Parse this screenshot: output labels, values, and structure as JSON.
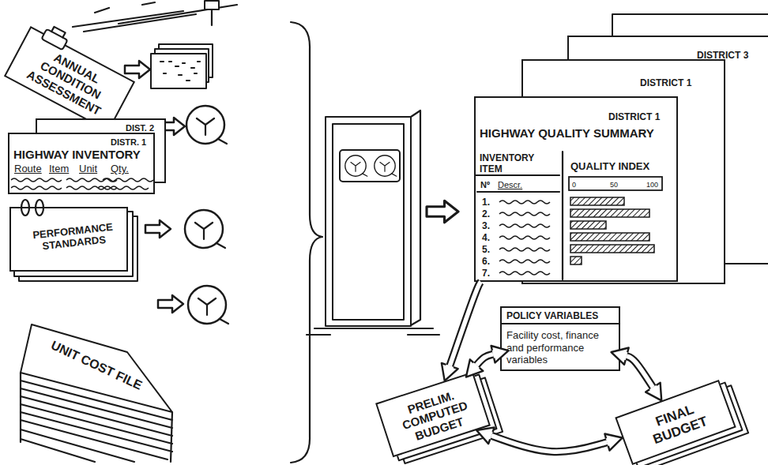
{
  "diagram": {
    "nodes": [
      {
        "text": [
          "ANNUAL CONDITION ASSESSMENT"
        ]
      },
      {
        "text": [
          "DIST. 2"
        ]
      },
      {
        "text": [
          "DISTR. 1",
          "HIGHWAY INVENTORY",
          "Route",
          "Item",
          "Unit",
          "Qty."
        ]
      },
      {
        "text": [
          "PERFORMANCE STANDARDS"
        ]
      },
      {
        "text": [
          "UNIT COST FILE"
        ]
      },
      {
        "text": [
          "DISTRICT 3"
        ]
      },
      {
        "text": [
          "DISTRICT 1"
        ]
      },
      {
        "text": [
          "DISTRICT 1",
          "HIGHWAY QUALITY SUMMARY",
          "INVENTORY ITEM",
          "QUALITY INDEX",
          "Nº",
          "Descr.",
          "0",
          "50",
          "100",
          "1.",
          "2.",
          "3.",
          "4.",
          "5.",
          "6.",
          "7."
        ]
      },
      {
        "text": [
          "POLICY VARIABLES",
          "Facility cost, finance and performance variables"
        ]
      },
      {
        "text": [
          "PRELIM. COMPUTED BUDGET"
        ]
      },
      {
        "text": [
          "FINAL BUDGET"
        ]
      }
    ],
    "edges": [
      {
        "from": 7,
        "to": 9,
        "arrow": "to"
      },
      {
        "from": 9,
        "to": 8,
        "arrow": "both"
      },
      {
        "from": 8,
        "to": 10,
        "arrow": "both"
      },
      {
        "from": 9,
        "to": 10,
        "arrow": "both"
      }
    ]
  }
}
